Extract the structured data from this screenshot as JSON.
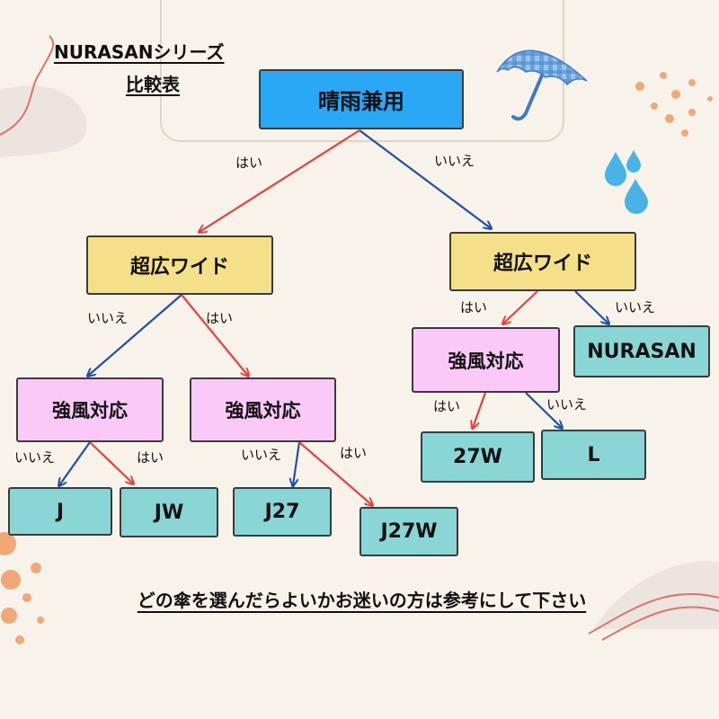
{
  "title": {
    "line1": "NURASANシリーズ",
    "line2": "比較表"
  },
  "tree": {
    "root": "晴雨兼用",
    "level1": {
      "left": "超広ワイド",
      "right": "超広ワイド"
    },
    "level2": {
      "left": "強風対応",
      "middle": "強風対応",
      "right": "強風対応"
    },
    "leaves": {
      "j": "J",
      "jw": "JW",
      "j27": "J27",
      "j27w": "J27W",
      "w27": "27W",
      "l": "L",
      "nurasan": "NURASAN"
    },
    "labels": {
      "yes": "はい",
      "no": "いいえ"
    }
  },
  "footer": "どの傘を選んだらよいかお迷いの方は参考にして下さい",
  "colors": {
    "root": "#2aa7f5",
    "level1": "#f5e08a",
    "level2": "#fbc9f7",
    "leaf": "#8ad6d6",
    "yes_arrow": "#e8413c",
    "no_arrow": "#1f4fa6",
    "background": "#f7f2ea"
  },
  "icons": [
    "umbrella-icon",
    "raindrops-icon"
  ]
}
